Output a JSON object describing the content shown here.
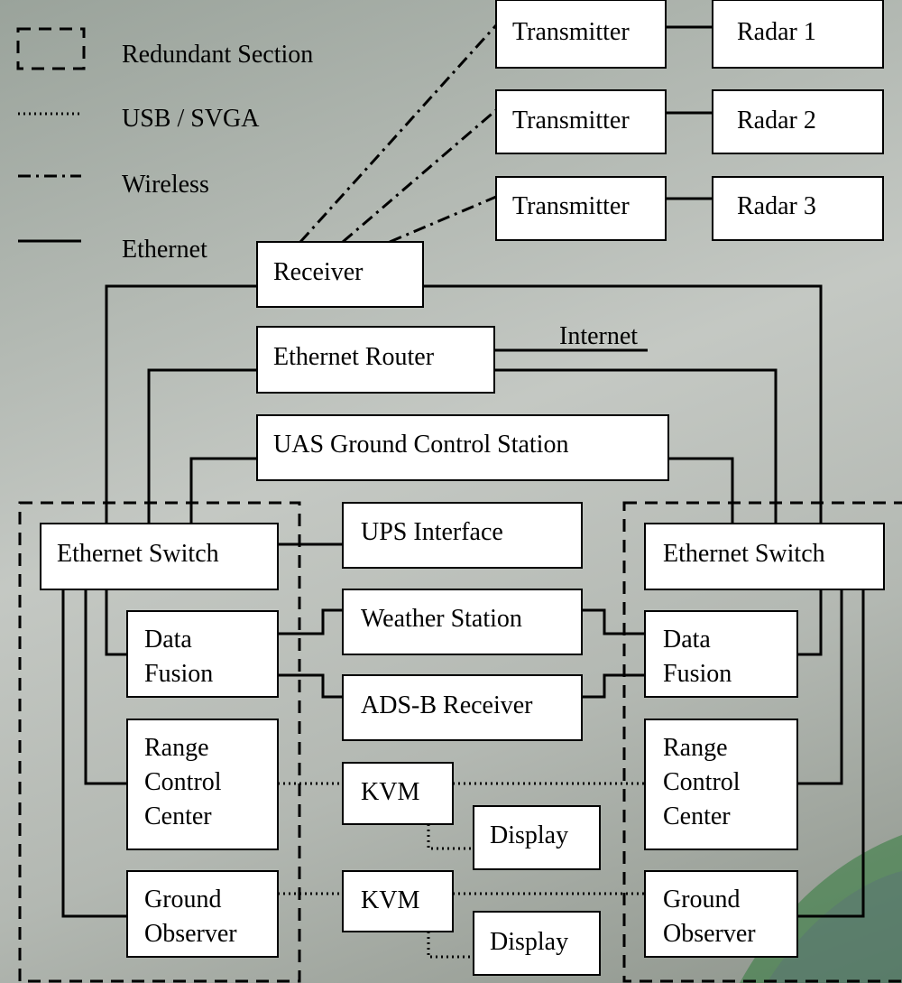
{
  "legend": {
    "redundant": "Redundant Section",
    "usb": "USB / SVGA",
    "wireless": "Wireless",
    "ethernet": "Ethernet"
  },
  "nodes": {
    "transmitter_1": "Transmitter",
    "transmitter_2": "Transmitter",
    "transmitter_3": "Transmitter",
    "radar_1": "Radar 1",
    "radar_2": "Radar 2",
    "radar_3": "Radar 3",
    "receiver": "Receiver",
    "ethernet_router": "Ethernet Router",
    "internet": "Internet",
    "uas_gcs": "UAS Ground Control Station",
    "ups_interface": "UPS Interface",
    "weather_station": "Weather Station",
    "adsb_receiver": "ADS-B Receiver",
    "kvm_1": "KVM",
    "kvm_2": "KVM",
    "display_1": "Display",
    "display_2": "Display",
    "left": {
      "ethernet_switch": "Ethernet Switch",
      "data_fusion": [
        "Data",
        "Fusion"
      ],
      "range_control_center": [
        "Range",
        "Control",
        "Center"
      ],
      "ground_observer": [
        "Ground",
        "Observer"
      ]
    },
    "right": {
      "ethernet_switch": "Ethernet Switch",
      "data_fusion": [
        "Data",
        "Fusion"
      ],
      "range_control_center": [
        "Range",
        "Control",
        "Center"
      ],
      "ground_observer": [
        "Ground",
        "Observer"
      ]
    }
  }
}
